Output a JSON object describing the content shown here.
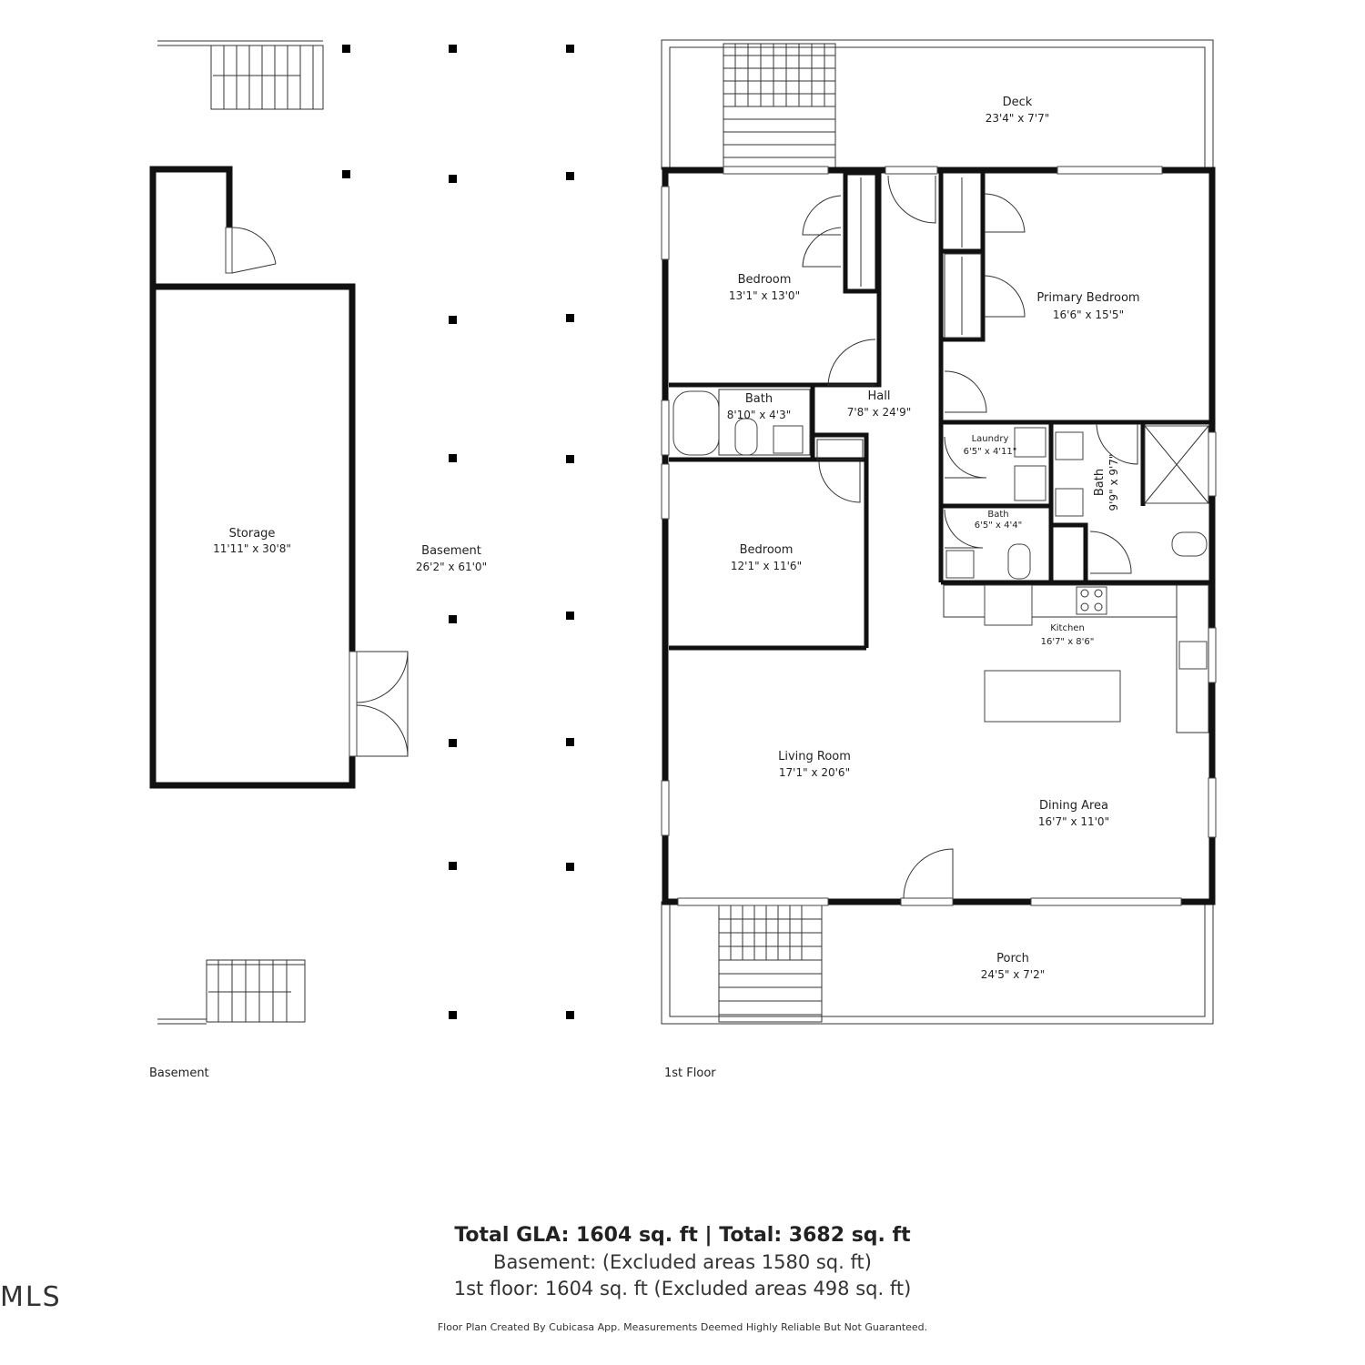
{
  "rooms": {
    "deck": {
      "name": "Deck",
      "dim": "23'4\" x 7'7\""
    },
    "bedroom1": {
      "name": "Bedroom",
      "dim": "13'1\" x 13'0\""
    },
    "primary": {
      "name": "Primary Bedroom",
      "dim": "16'6\" x 15'5\""
    },
    "bath1": {
      "name": "Bath",
      "dim": "8'10\" x 4'3\""
    },
    "hall": {
      "name": "Hall",
      "dim": "7'8\" x 24'9\""
    },
    "laundry": {
      "name": "Laundry",
      "dim": "6'5\" x 4'11\""
    },
    "bath2": {
      "name": "Bath",
      "dim": "9'9\" x 9'7\""
    },
    "bath3": {
      "name": "Bath",
      "dim": "6'5\" x 4'4\""
    },
    "bedroom2": {
      "name": "Bedroom",
      "dim": "12'1\" x 11'6\""
    },
    "kitchen": {
      "name": "Kitchen",
      "dim": "16'7\" x 8'6\""
    },
    "living": {
      "name": "Living Room",
      "dim": "17'1\" x 20'6\""
    },
    "dining": {
      "name": "Dining Area",
      "dim": "16'7\" x 11'0\""
    },
    "porch": {
      "name": "Porch",
      "dim": "24'5\" x 7'2\""
    },
    "storage": {
      "name": "Storage",
      "dim": "11'11\" x 30'8\""
    },
    "basement": {
      "name": "Basement",
      "dim": "26'2\" x 61'0\""
    }
  },
  "floors": {
    "basement_label": "Basement",
    "first_label": "1st Floor"
  },
  "summary": {
    "total": "Total GLA: 1604 sq. ft | Total: 3682 sq. ft",
    "basement": "Basement: (Excluded areas 1580 sq. ft)",
    "first": "1st floor: 1604 sq. ft (Excluded areas 498 sq. ft)"
  },
  "credit": "Floor Plan Created By Cubicasa App. Measurements Deemed Highly Reliable But Not Guaranteed.",
  "logo": "MLS"
}
